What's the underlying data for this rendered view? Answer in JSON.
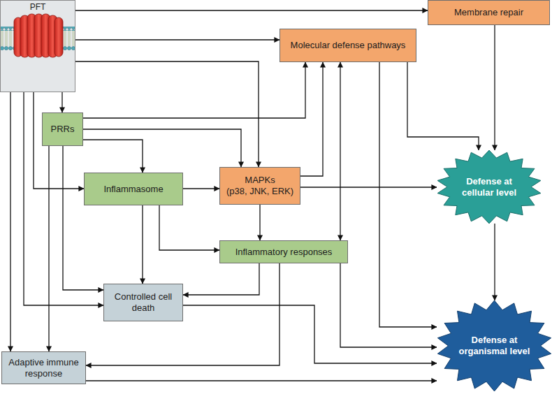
{
  "diagram": {
    "nodes": [
      {
        "text": [
          "PFT"
        ]
      },
      {
        "text": [
          "Membrane repair"
        ]
      },
      {
        "text": [
          "Molecular defense pathways"
        ]
      },
      {
        "text": [
          "PRRs"
        ]
      },
      {
        "text": [
          "Defense at cellular level"
        ]
      },
      {
        "text": [
          "Inflammasome"
        ]
      },
      {
        "text": [
          "MAPKs",
          "(p38, JNK, ERK)"
        ]
      },
      {
        "text": [
          "Inflammatory responses"
        ]
      },
      {
        "text": [
          "Controlled cell death"
        ]
      },
      {
        "text": [
          "Defense at organismal level"
        ]
      },
      {
        "text": [
          "Adaptive immune response"
        ]
      }
    ],
    "edges": [
      {
        "from": 0,
        "to": 1,
        "arrow": "to"
      },
      {
        "from": 0,
        "to": 2,
        "arrow": "to"
      },
      {
        "from": 0,
        "to": 3,
        "arrow": "to"
      },
      {
        "from": 0,
        "to": 6,
        "arrow": "to"
      },
      {
        "from": 0,
        "to": 5,
        "arrow": "to"
      },
      {
        "from": 0,
        "to": 8,
        "arrow": "to"
      },
      {
        "from": 0,
        "to": 10,
        "arrow": "to"
      },
      {
        "from": 3,
        "to": 2,
        "arrow": "to"
      },
      {
        "from": 3,
        "to": 6,
        "arrow": "to"
      },
      {
        "from": 3,
        "to": 5,
        "arrow": "to"
      },
      {
        "from": 3,
        "to": 8,
        "arrow": "to"
      },
      {
        "from": 3,
        "to": 10,
        "arrow": "to"
      },
      {
        "from": 5,
        "to": 6,
        "arrow": "to"
      },
      {
        "from": 5,
        "to": 8,
        "arrow": "to"
      },
      {
        "from": 5,
        "to": 7,
        "arrow": "to"
      },
      {
        "from": 6,
        "to": 2,
        "arrow": "to"
      },
      {
        "from": 6,
        "to": 4,
        "arrow": "to"
      },
      {
        "from": 6,
        "to": 7,
        "arrow": "to"
      },
      {
        "from": 2,
        "to": 7,
        "arrow": "both"
      },
      {
        "from": 2,
        "to": 4,
        "arrow": "to"
      },
      {
        "from": 2,
        "to": 9,
        "arrow": "to"
      },
      {
        "from": 1,
        "to": 4,
        "arrow": "to"
      },
      {
        "from": 4,
        "to": 9,
        "arrow": "to"
      },
      {
        "from": 7,
        "to": 8,
        "arrow": "to"
      },
      {
        "from": 7,
        "to": 10,
        "arrow": "to"
      },
      {
        "from": 7,
        "to": 9,
        "arrow": "to"
      },
      {
        "from": 8,
        "to": 9,
        "arrow": "to"
      },
      {
        "from": 10,
        "to": 9,
        "arrow": "to"
      }
    ]
  }
}
